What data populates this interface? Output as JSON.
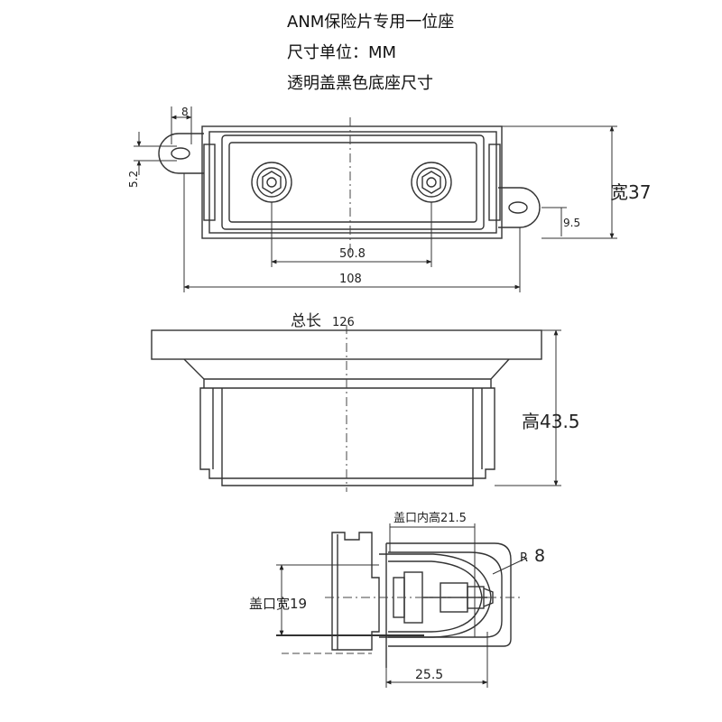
{
  "header": {
    "title": "ANM保险片专用一位座",
    "units": "尺寸单位：MM",
    "note": "透明盖黑色底座尺寸"
  },
  "top_view": {
    "dim_hole_dia": "8",
    "dim_offset": "5.2",
    "dim_width": "宽37",
    "dim_tab": "9.5",
    "dim_pitch": "50.8",
    "dim_hole_span": "108"
  },
  "side_view": {
    "dim_total_length": "总长",
    "dim_total_length_value": "126",
    "dim_height": "高43.5"
  },
  "cover_view": {
    "dim_inner_height": "盖口内高21.5",
    "dim_radius_prefix": "R",
    "dim_radius": "8",
    "dim_cover_width": "盖口宽19",
    "dim_depth": "25.5"
  }
}
